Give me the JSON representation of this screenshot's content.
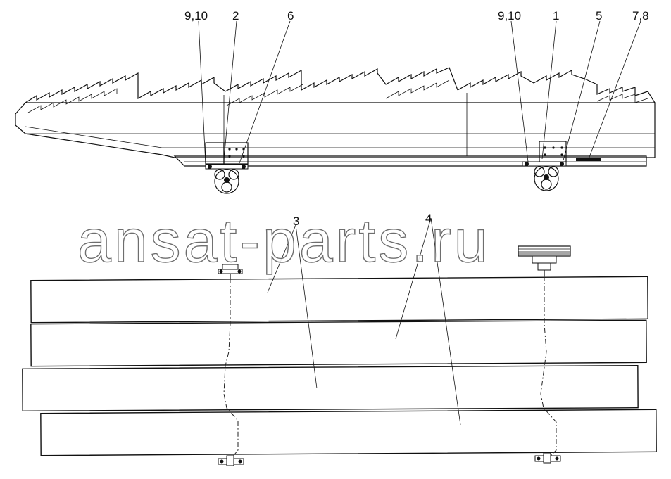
{
  "diagram": {
    "callouts_top": [
      {
        "id": "c-9-10-left",
        "text": "9,10"
      },
      {
        "id": "c-2",
        "text": "2"
      },
      {
        "id": "c-6",
        "text": "6"
      },
      {
        "id": "c-9-10-right",
        "text": "9,10"
      },
      {
        "id": "c-1",
        "text": "1"
      },
      {
        "id": "c-5",
        "text": "5"
      },
      {
        "id": "c-7-8",
        "text": "7,8"
      }
    ],
    "callouts_bottom": [
      {
        "id": "c-3",
        "text": "3"
      },
      {
        "id": "c-4",
        "text": "4"
      }
    ],
    "watermark": "ansat-parts.ru",
    "colors": {
      "ink": "#111111",
      "paper": "#ffffff",
      "watermark_stroke": "#555555"
    }
  }
}
